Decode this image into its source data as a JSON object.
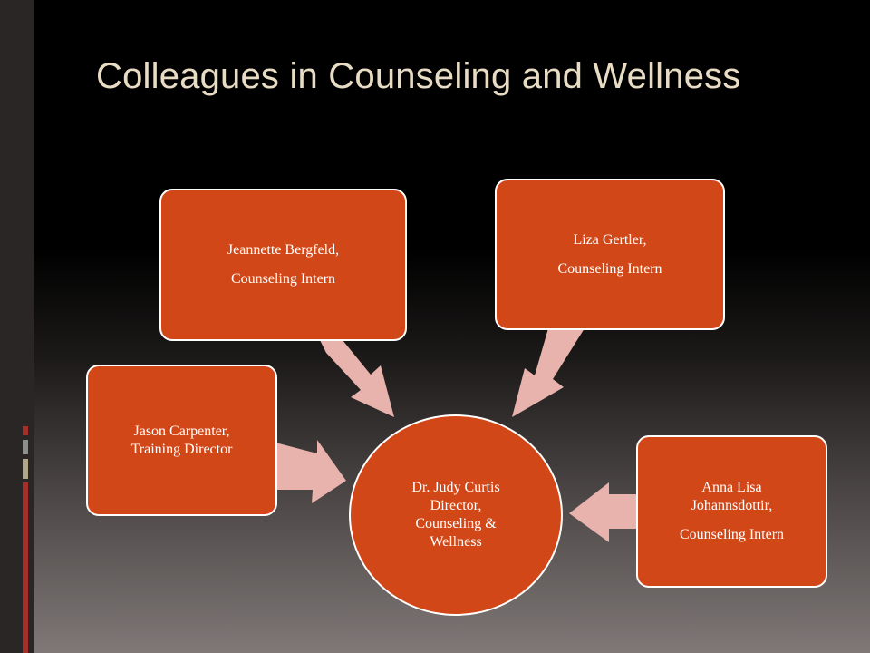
{
  "slide": {
    "title": "Colleagues in Counseling and Wellness"
  },
  "center": {
    "lines": [
      "Dr. Judy Curtis",
      "Director,",
      "Counseling &",
      "Wellness"
    ]
  },
  "nodes": {
    "jason": {
      "name": "Jason Carpenter,",
      "role": "Training Director"
    },
    "jeannette": {
      "name": "Jeannette Bergfeld,",
      "role": "Counseling Intern"
    },
    "liza": {
      "name": "Liza Gertler,",
      "role": "Counseling Intern"
    },
    "anna": {
      "name_line1": "Anna Lisa",
      "name_line2": "Johannsdottir,",
      "role": "Counseling Intern"
    }
  },
  "colors": {
    "box_fill": "#d24718",
    "arrow_fill": "#e8b3ad",
    "title_color": "#e8dcc4",
    "accent_red": "#a3302a",
    "accent_gray": "#8d8f8f",
    "accent_tan": "#b1a78b"
  }
}
